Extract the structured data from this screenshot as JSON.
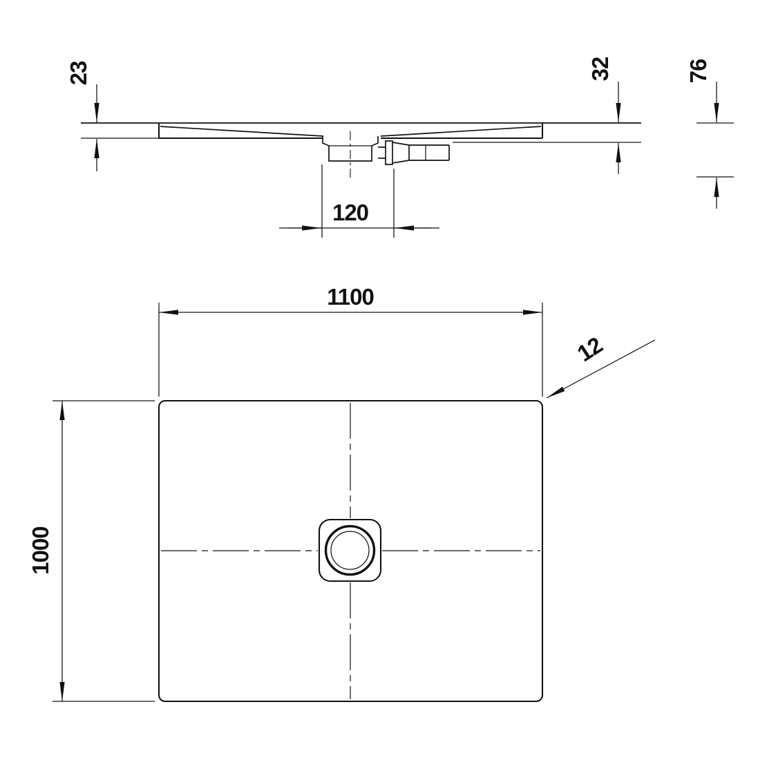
{
  "drawing": {
    "section": {
      "dims": {
        "edge_height": "23",
        "base_height": "32",
        "total_height": "76",
        "drain_width": "120"
      }
    },
    "plan": {
      "dims": {
        "width": "1100",
        "depth": "1000",
        "corner_detail": "12"
      }
    },
    "colors": {
      "line": "#111111",
      "background": "#ffffff"
    }
  }
}
